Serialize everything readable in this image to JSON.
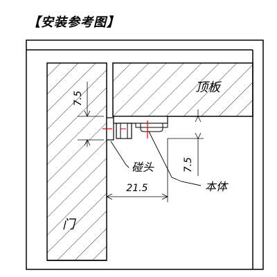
{
  "title": "【安装参考图】",
  "labels": {
    "top_panel": "顶板",
    "door": "门",
    "catch_head": "碰头",
    "body": "本体"
  },
  "dimensions": {
    "upper_offset": "7.5",
    "lower_offset": "7.5",
    "horizontal_offset": "21.5"
  }
}
